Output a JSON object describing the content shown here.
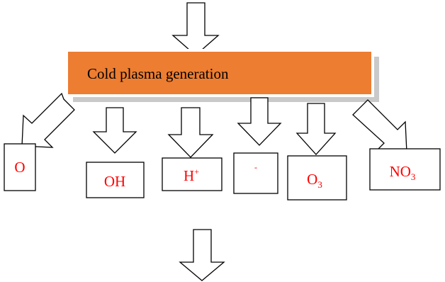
{
  "header": {
    "label": "Cold plasma generation",
    "fill_color": "#ED7D31",
    "shadow_color": "#C9C9C9"
  },
  "species": [
    {
      "base": "O",
      "sup": "",
      "sub": ""
    },
    {
      "base": "OH",
      "sup": "",
      "sub": ""
    },
    {
      "base": "H",
      "sup": "+",
      "sub": ""
    },
    {
      "base": "",
      "sup": "-",
      "sub": ""
    },
    {
      "base": "O",
      "sup": "",
      "sub": "3"
    },
    {
      "base": "NO",
      "sup": "",
      "sub": "3"
    }
  ],
  "colors": {
    "species_text": "#FF0000",
    "outline": "#000000"
  }
}
